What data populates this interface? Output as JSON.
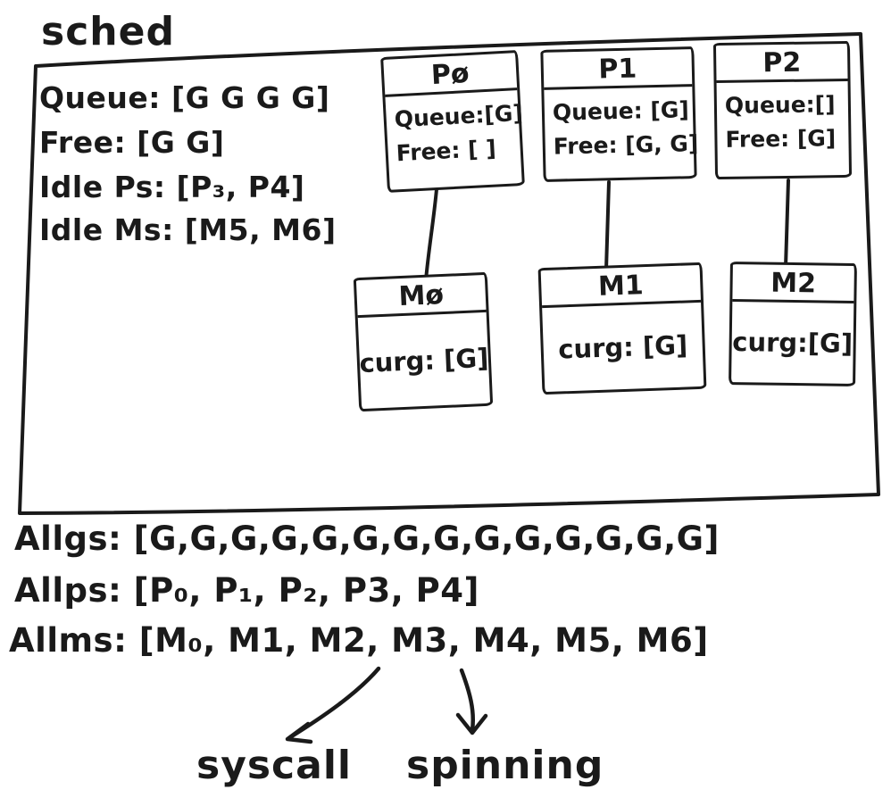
{
  "diagram": {
    "title": "sched",
    "colors": {
      "ink": "#1a1a1a",
      "background": "#ffffff"
    },
    "sched_box": {
      "queue": "Queue: [G G G G]",
      "free": "Free: [G G]",
      "idle_ps": "Idle Ps: [P₃, P4]",
      "idle_ms": "Idle Ms: [M5, M6]"
    },
    "p_nodes": [
      {
        "title": "Pø",
        "queue": "Queue:[G]",
        "free": "Free: [ ]"
      },
      {
        "title": "P1",
        "queue": "Queue: [G]",
        "free": "Free: [G, G]"
      },
      {
        "title": "P2",
        "queue": "Queue:[]",
        "free": "Free: [G]"
      }
    ],
    "m_nodes": [
      {
        "title": "Mø",
        "curg": "curg: [G]"
      },
      {
        "title": "M1",
        "curg": "curg: [G]"
      },
      {
        "title": "M2",
        "curg": "curg:[G]"
      }
    ],
    "global_lists": {
      "allgs": "Allgs: [G,G,G,G,G,G,G,G,G,G,G,G,G,G]",
      "allps": "Allps: [P₀, P₁, P₂, P3, P4]",
      "allms": "Allms: [M₀, M1, M2, M3, M4, M5, M6]"
    },
    "annotations": {
      "syscall": "syscall",
      "spinning": "spinning"
    }
  }
}
